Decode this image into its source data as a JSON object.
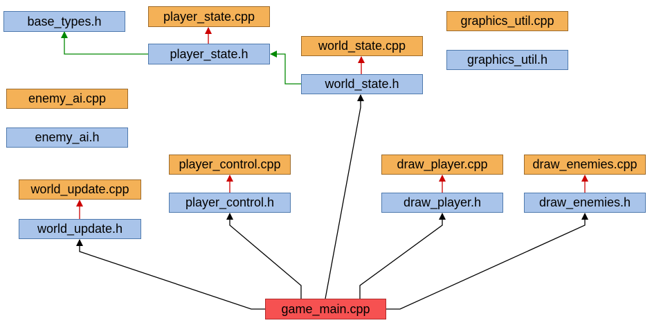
{
  "colors": {
    "header_fill": "#a9c4ea",
    "source_fill": "#f4b157",
    "main_fill": "#f65151",
    "include_arrow": "#000000",
    "impl_arrow": "#cc0000",
    "inherit_arrow": "#008800"
  },
  "nodes": {
    "base_types_h": "base_types.h",
    "player_state_cpp": "player_state.cpp",
    "player_state_h": "player_state.h",
    "world_state_cpp": "world_state.cpp",
    "world_state_h": "world_state.h",
    "graphics_util_cpp": "graphics_util.cpp",
    "graphics_util_h": "graphics_util.h",
    "enemy_ai_cpp": "enemy_ai.cpp",
    "enemy_ai_h": "enemy_ai.h",
    "world_update_cpp": "world_update.cpp",
    "world_update_h": "world_update.h",
    "player_control_cpp": "player_control.cpp",
    "player_control_h": "player_control.h",
    "draw_player_cpp": "draw_player.cpp",
    "draw_player_h": "draw_player.h",
    "draw_enemies_cpp": "draw_enemies.cpp",
    "draw_enemies_h": "draw_enemies.h",
    "game_main_cpp": "game_main.cpp"
  }
}
